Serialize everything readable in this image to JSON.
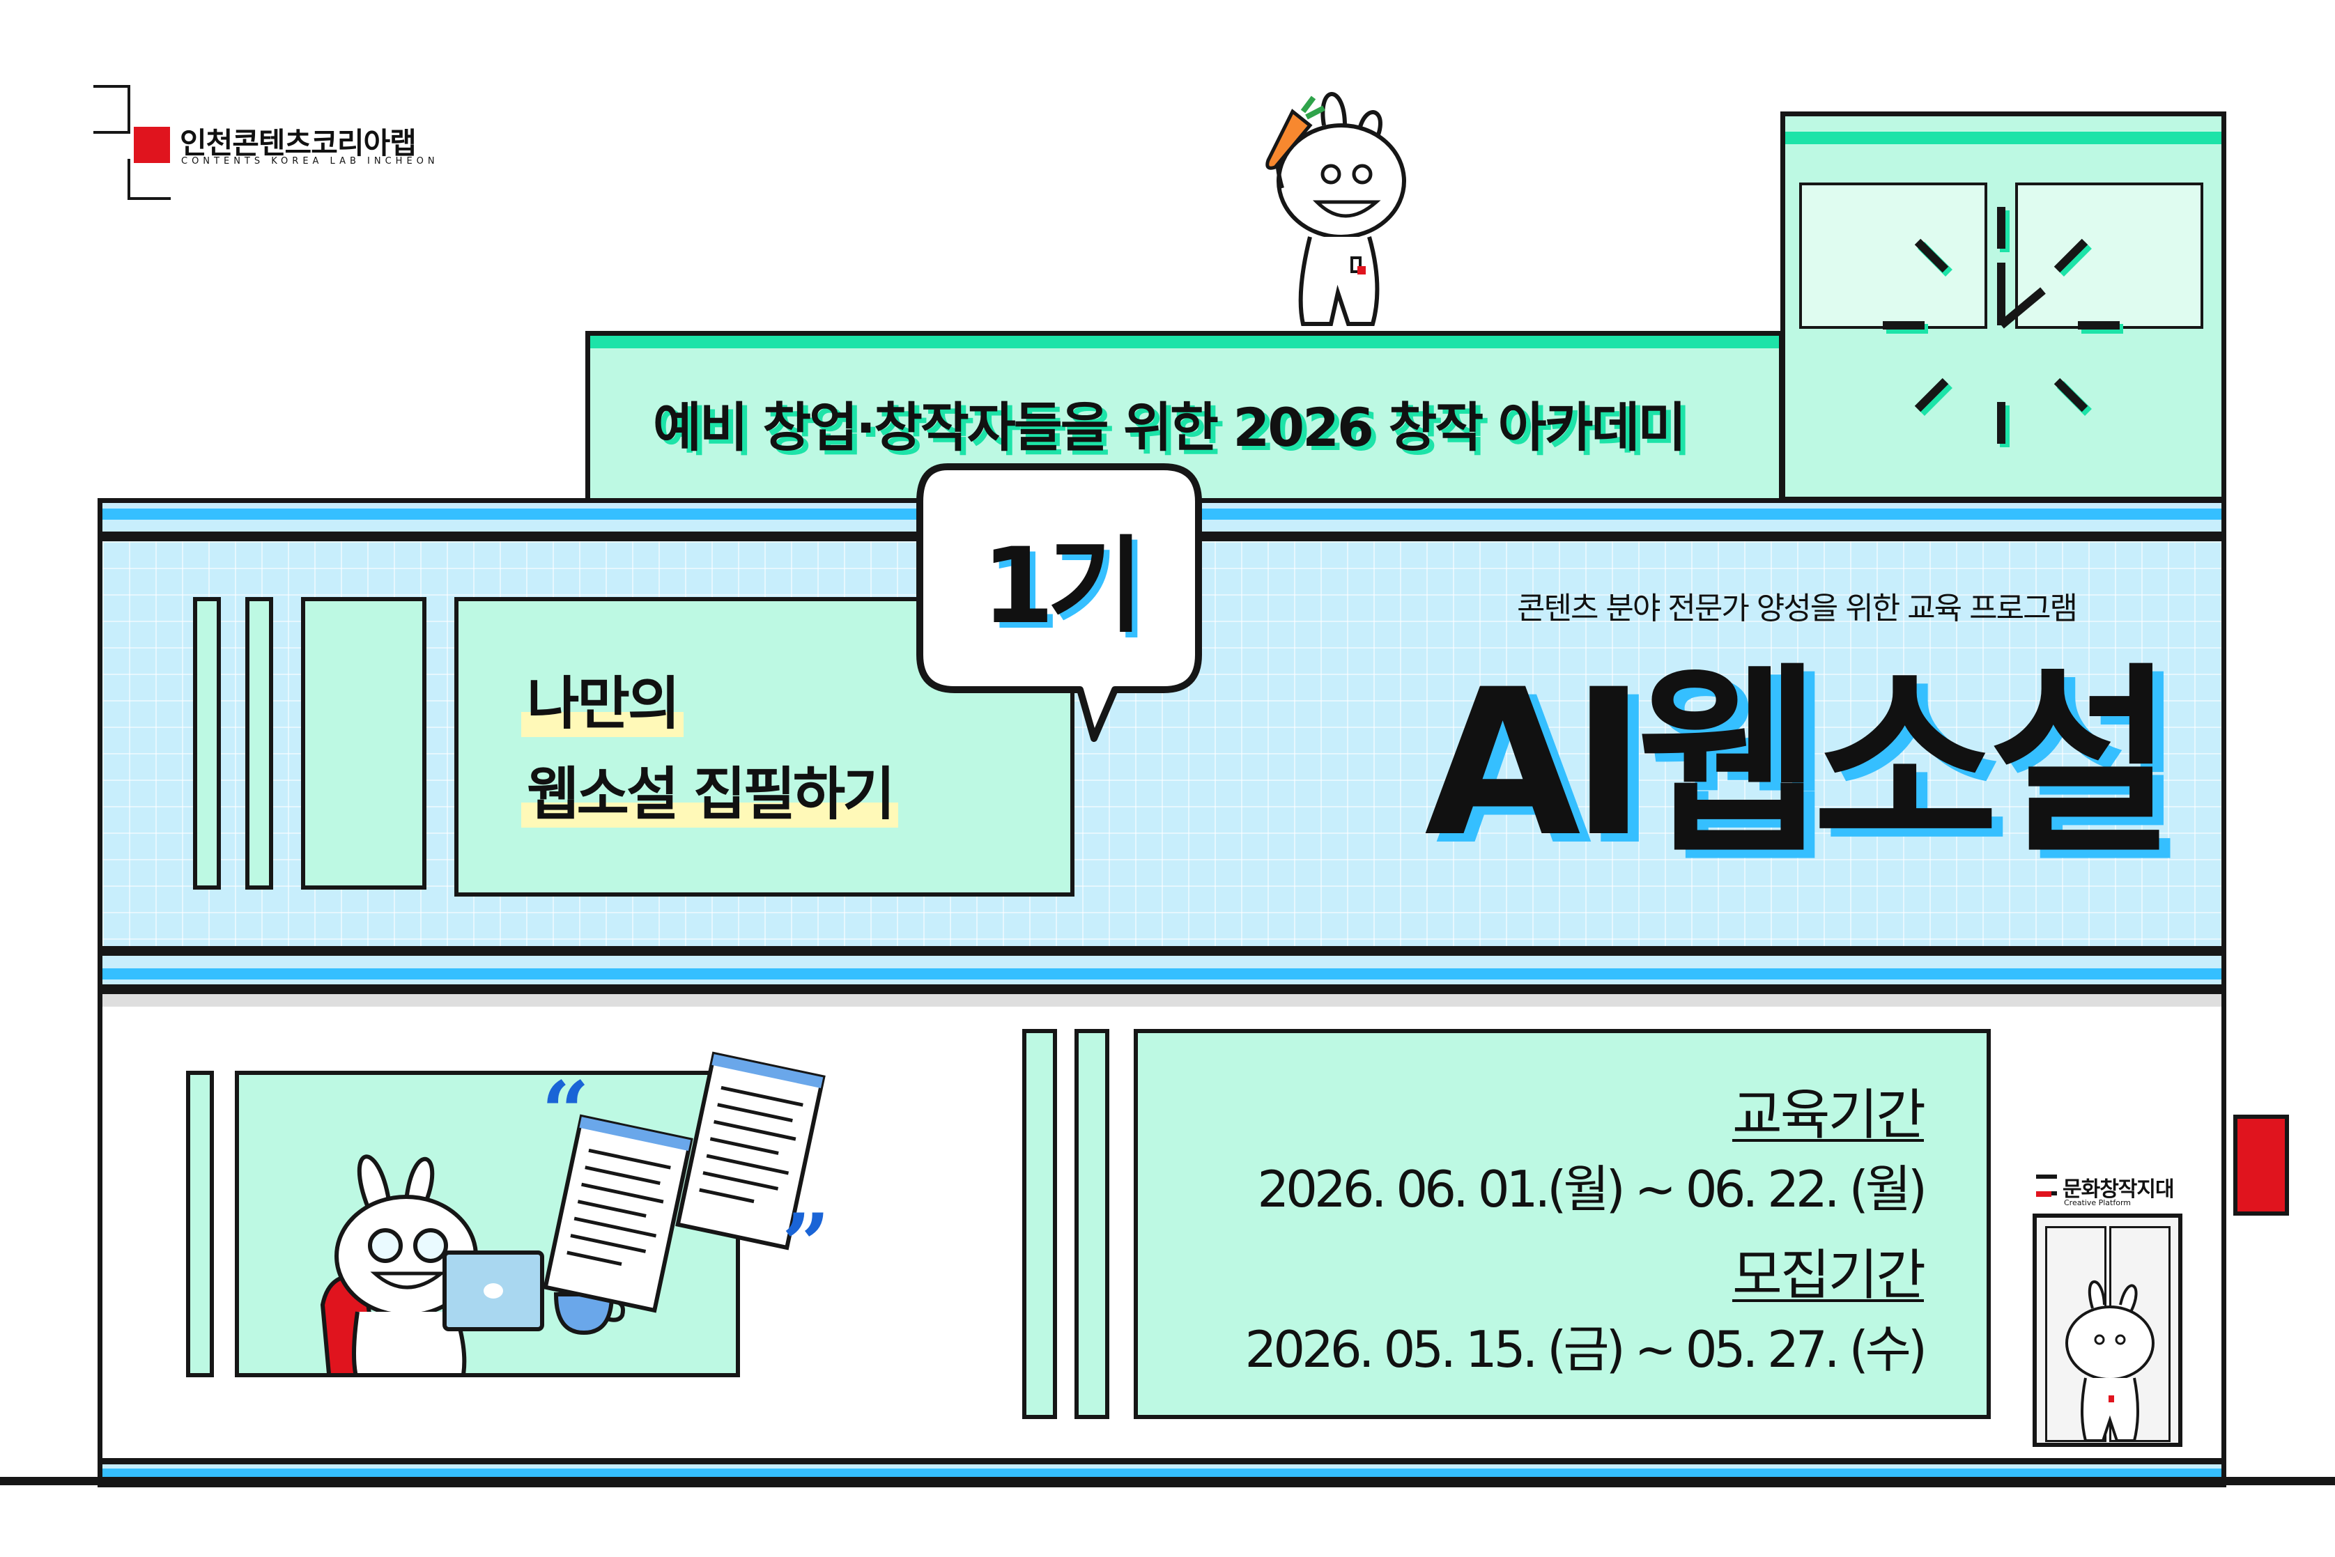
{
  "brand": {
    "name_ko": "인천콘텐츠코리아랩",
    "name_en": "CONTENTS KOREA LAB INCHEON"
  },
  "banner": {
    "subtitle": "예비 창업·창작자들을 위한 2026 창작 아카데미",
    "cohort": "1기",
    "tagline": "콘텐츠 분야 전문가 양성을 위한 교육 프로그램",
    "title": "AI웹소설",
    "sign_line1": "나만의",
    "sign_line2": "웹소설 집필하기"
  },
  "schedule": {
    "edu_label": "교육기간",
    "edu_dates": "2026. 06. 01.(월) ~ 06. 22. (월)",
    "recruit_label": "모집기간",
    "recruit_dates": "2026. 05. 15. (금) ~ 05. 27. (수)"
  },
  "platform": {
    "name_ko": "문화창작지대",
    "name_en": "Creative Platform"
  },
  "colors": {
    "mint": "#bdf9e3",
    "green_accent": "#1de3a8",
    "sky": "#c8eefc",
    "blue_accent": "#35bfff",
    "line": "#161616",
    "red": "#e0141e"
  },
  "icons": [
    "rabbit-with-carrot-icon",
    "rabbit-writer-icon",
    "laptop-icon",
    "coffee-cup-icon",
    "manuscript-page-icon",
    "quote-mark-icon",
    "rabbit-at-door-icon",
    "clock-icon"
  ]
}
